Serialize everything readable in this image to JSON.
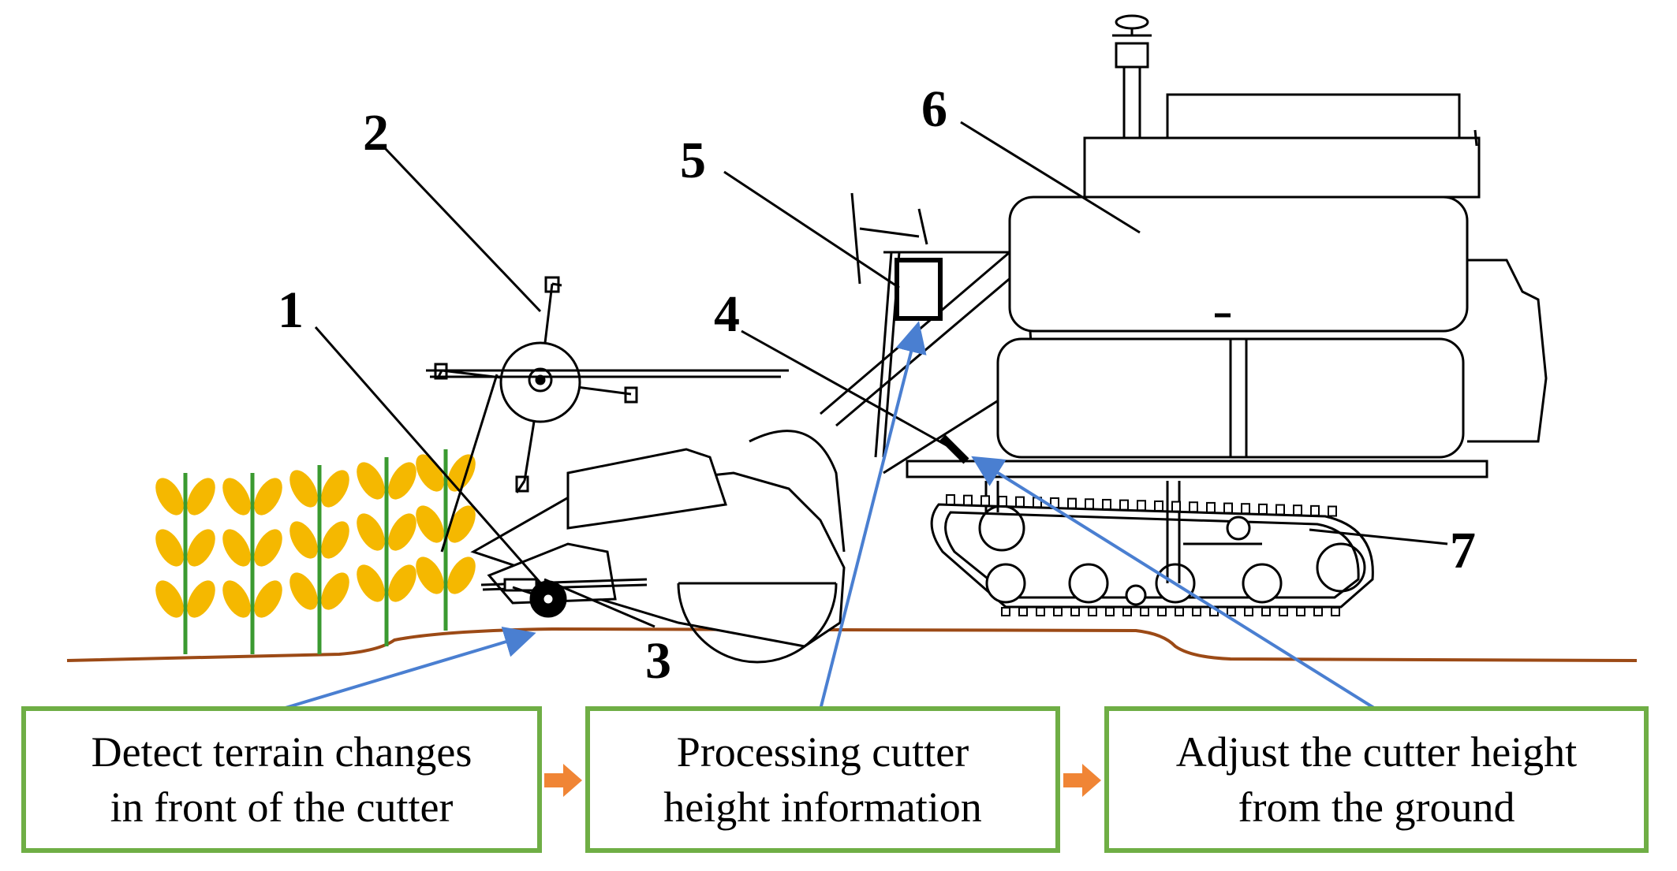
{
  "parts": {
    "p1": "1",
    "p2": "2",
    "p3": "3",
    "p4": "4",
    "p5": "5",
    "p6": "6",
    "p7": "7"
  },
  "steps": [
    {
      "text": "Detect terrain changes\nin front of the cutter"
    },
    {
      "text": "Processing cutter\nheight information"
    },
    {
      "text": "Adjust the cutter height\nfrom the ground"
    }
  ],
  "colors": {
    "box_border": "#6fae45",
    "pointer_arrow": "#4a7fd1",
    "flow_arrow": "#f08535",
    "crop_kernel": "#f5b800",
    "crop_stalk": "#3a9a30",
    "ground": "#9c4a16"
  }
}
